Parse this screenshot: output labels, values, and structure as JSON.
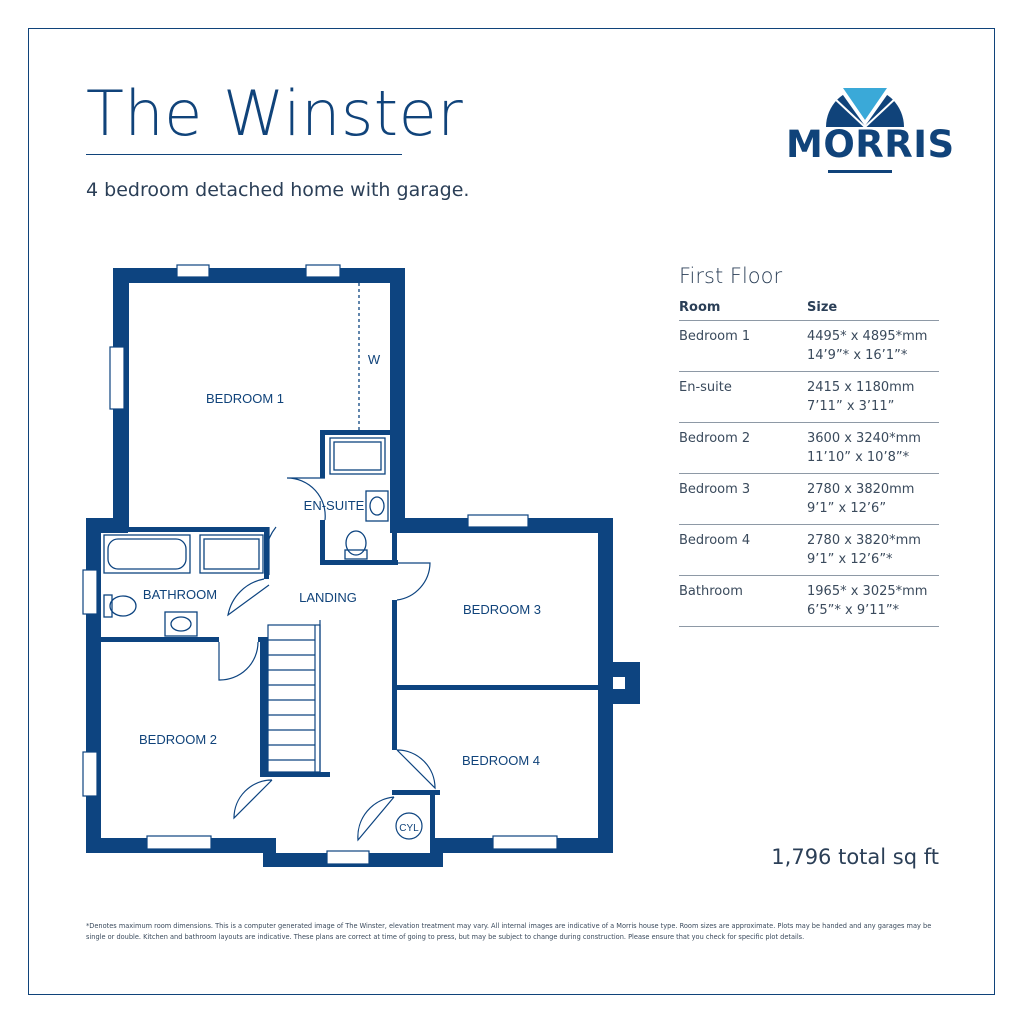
{
  "header": {
    "title": "The Winster",
    "subtitle": "4 bedroom detached home with garage."
  },
  "logo": {
    "name": "MORRIS",
    "brand_color": "#10437a",
    "accent_color": "#3aa9d8"
  },
  "floor_plan": {
    "labels": {
      "bedroom1": "BEDROOM 1",
      "wardrobe": "W",
      "ensuite": "EN-SUITE",
      "bathroom": "BATHROOM",
      "landing": "LANDING",
      "bedroom3": "BEDROOM 3",
      "bedroom2": "BEDROOM 2",
      "bedroom4": "BEDROOM 4",
      "cylinder": "CYL"
    },
    "wall_color": "#0d4480"
  },
  "rooms_table": {
    "floor_title": "First Floor",
    "headers": [
      "Room",
      "Size"
    ],
    "rows": [
      {
        "room": "Bedroom 1",
        "size_mm": "4495* x 4895*mm",
        "size_ft": "14’9”* x 16’1”*"
      },
      {
        "room": "En-suite",
        "size_mm": "2415 x 1180mm",
        "size_ft": "7’11” x 3’11”"
      },
      {
        "room": "Bedroom 2",
        "size_mm": "3600 x 3240*mm",
        "size_ft": "11’10” x 10’8”*"
      },
      {
        "room": "Bedroom 3",
        "size_mm": "2780 x 3820mm",
        "size_ft": "9’1” x 12’6”"
      },
      {
        "room": "Bedroom 4",
        "size_mm": "2780 x 3820*mm",
        "size_ft": "9’1” x 12’6”*"
      },
      {
        "room": "Bathroom",
        "size_mm": "1965* x 3025*mm",
        "size_ft": "6’5”* x 9’11”*"
      }
    ]
  },
  "total_area": "1,796 total sq ft",
  "disclaimer": "*Denotes maximum room dimensions. This is a computer generated image of The Winster, elevation treatment may vary. All internal images are indicative of a Morris house type. Room sizes are approximate. Plots may be handed and any garages may be single or double. Kitchen and bathroom layouts are indicative. These plans are correct at time of going to press, but may be subject to change during construction. Please ensure that you check for specific plot details."
}
